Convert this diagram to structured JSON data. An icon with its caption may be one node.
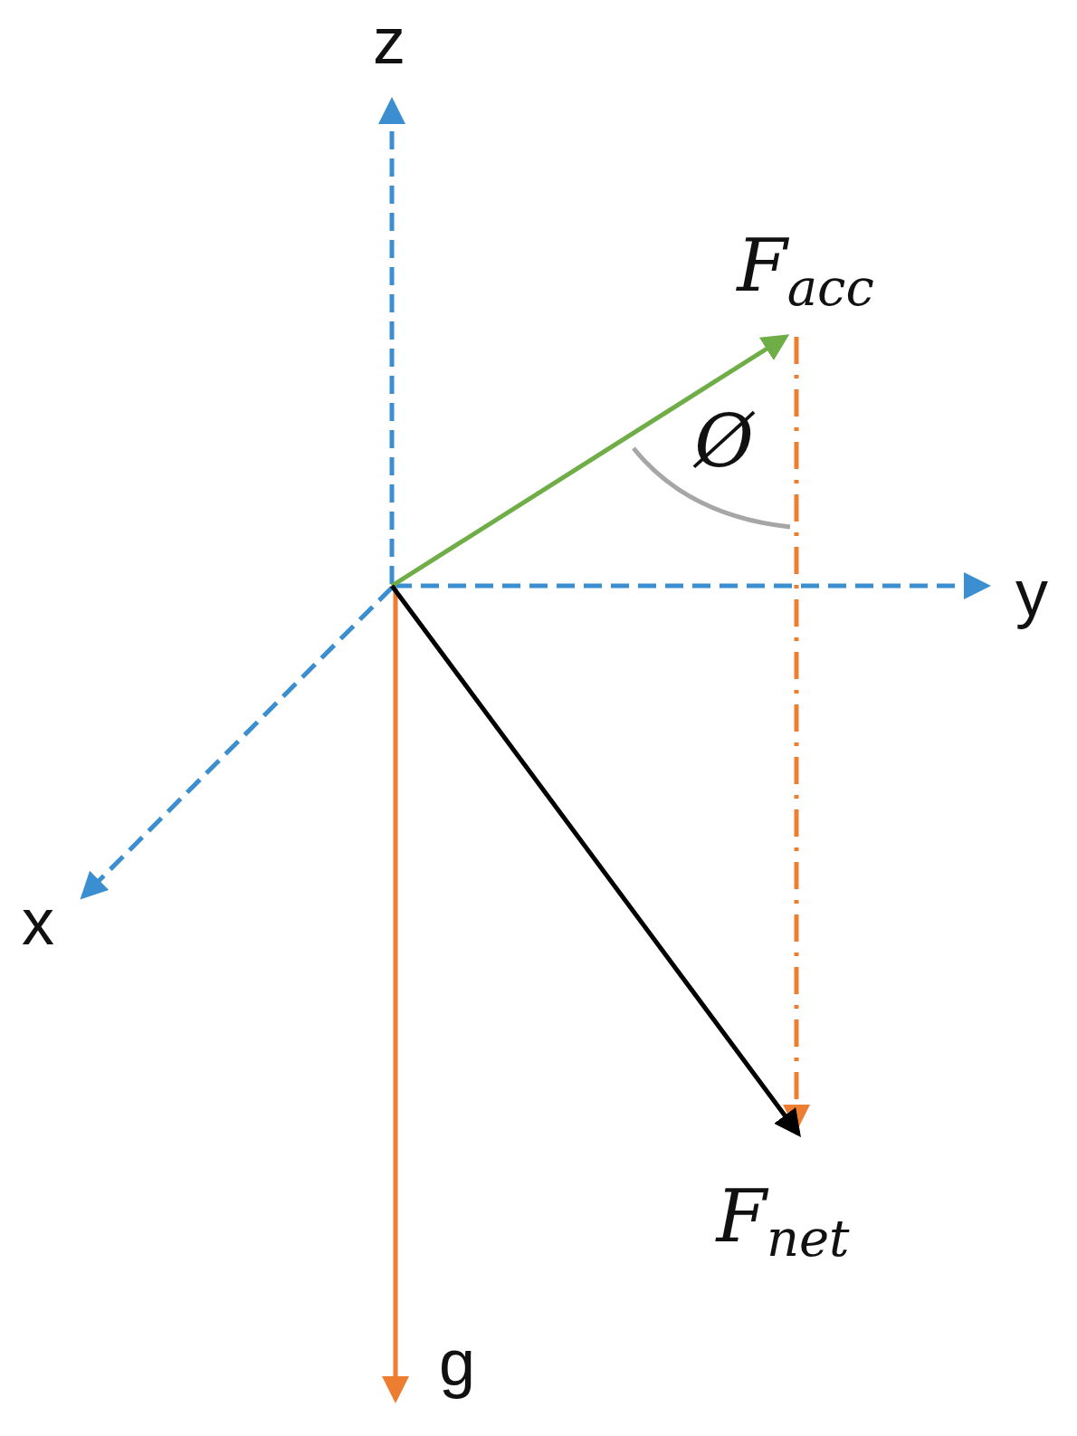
{
  "diagram": {
    "labels": [
      "z",
      "F$_{acc}$",
      "Ø",
      "y",
      "x",
      "F$_{net}$",
      "g"
    ]
  }
}
